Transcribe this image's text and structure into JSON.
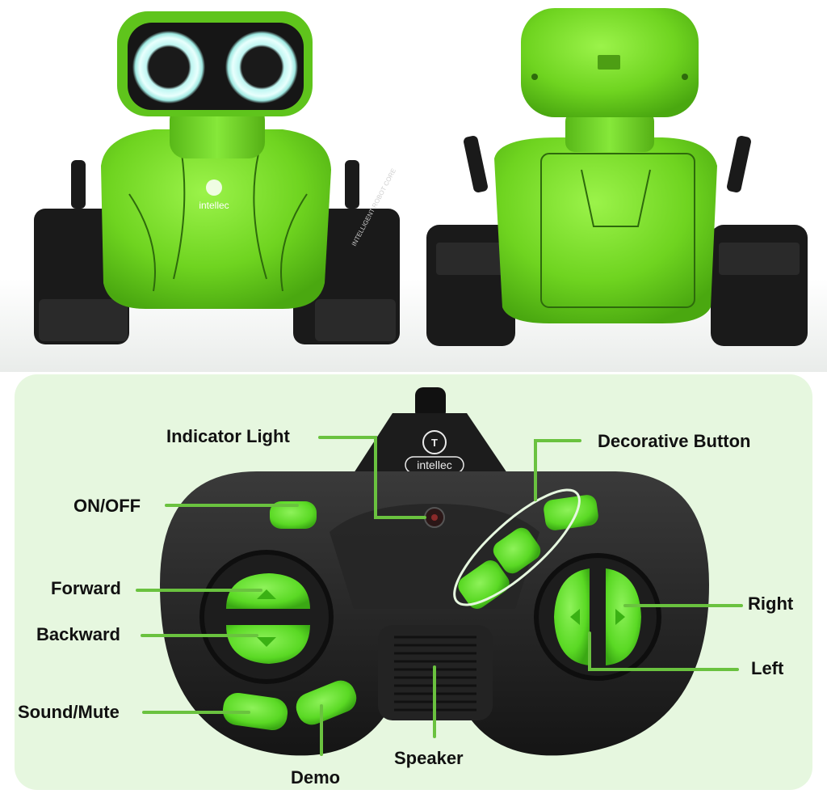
{
  "photo": {
    "front_robot_logo_text": "intellec",
    "front_robot_side_text": "INTELLIGENT ROBOT CORE",
    "body_color": "#6fd420",
    "track_color": "#1a1a1a",
    "eye_glow_color": "#bff6f2"
  },
  "remote": {
    "logo_text": "intellec",
    "body_color": "#2a2a2a",
    "button_color": "#63e02b",
    "leader_line_color": "#6ac23f"
  },
  "callouts": {
    "indicator_light": "Indicator Light",
    "decorative_button": "Decorative Button",
    "on_off": "ON/OFF",
    "forward": "Forward",
    "backward": "Backward",
    "right": "Right",
    "left": "Left",
    "sound_mute": "Sound/Mute",
    "speaker": "Speaker",
    "demo": "Demo"
  }
}
